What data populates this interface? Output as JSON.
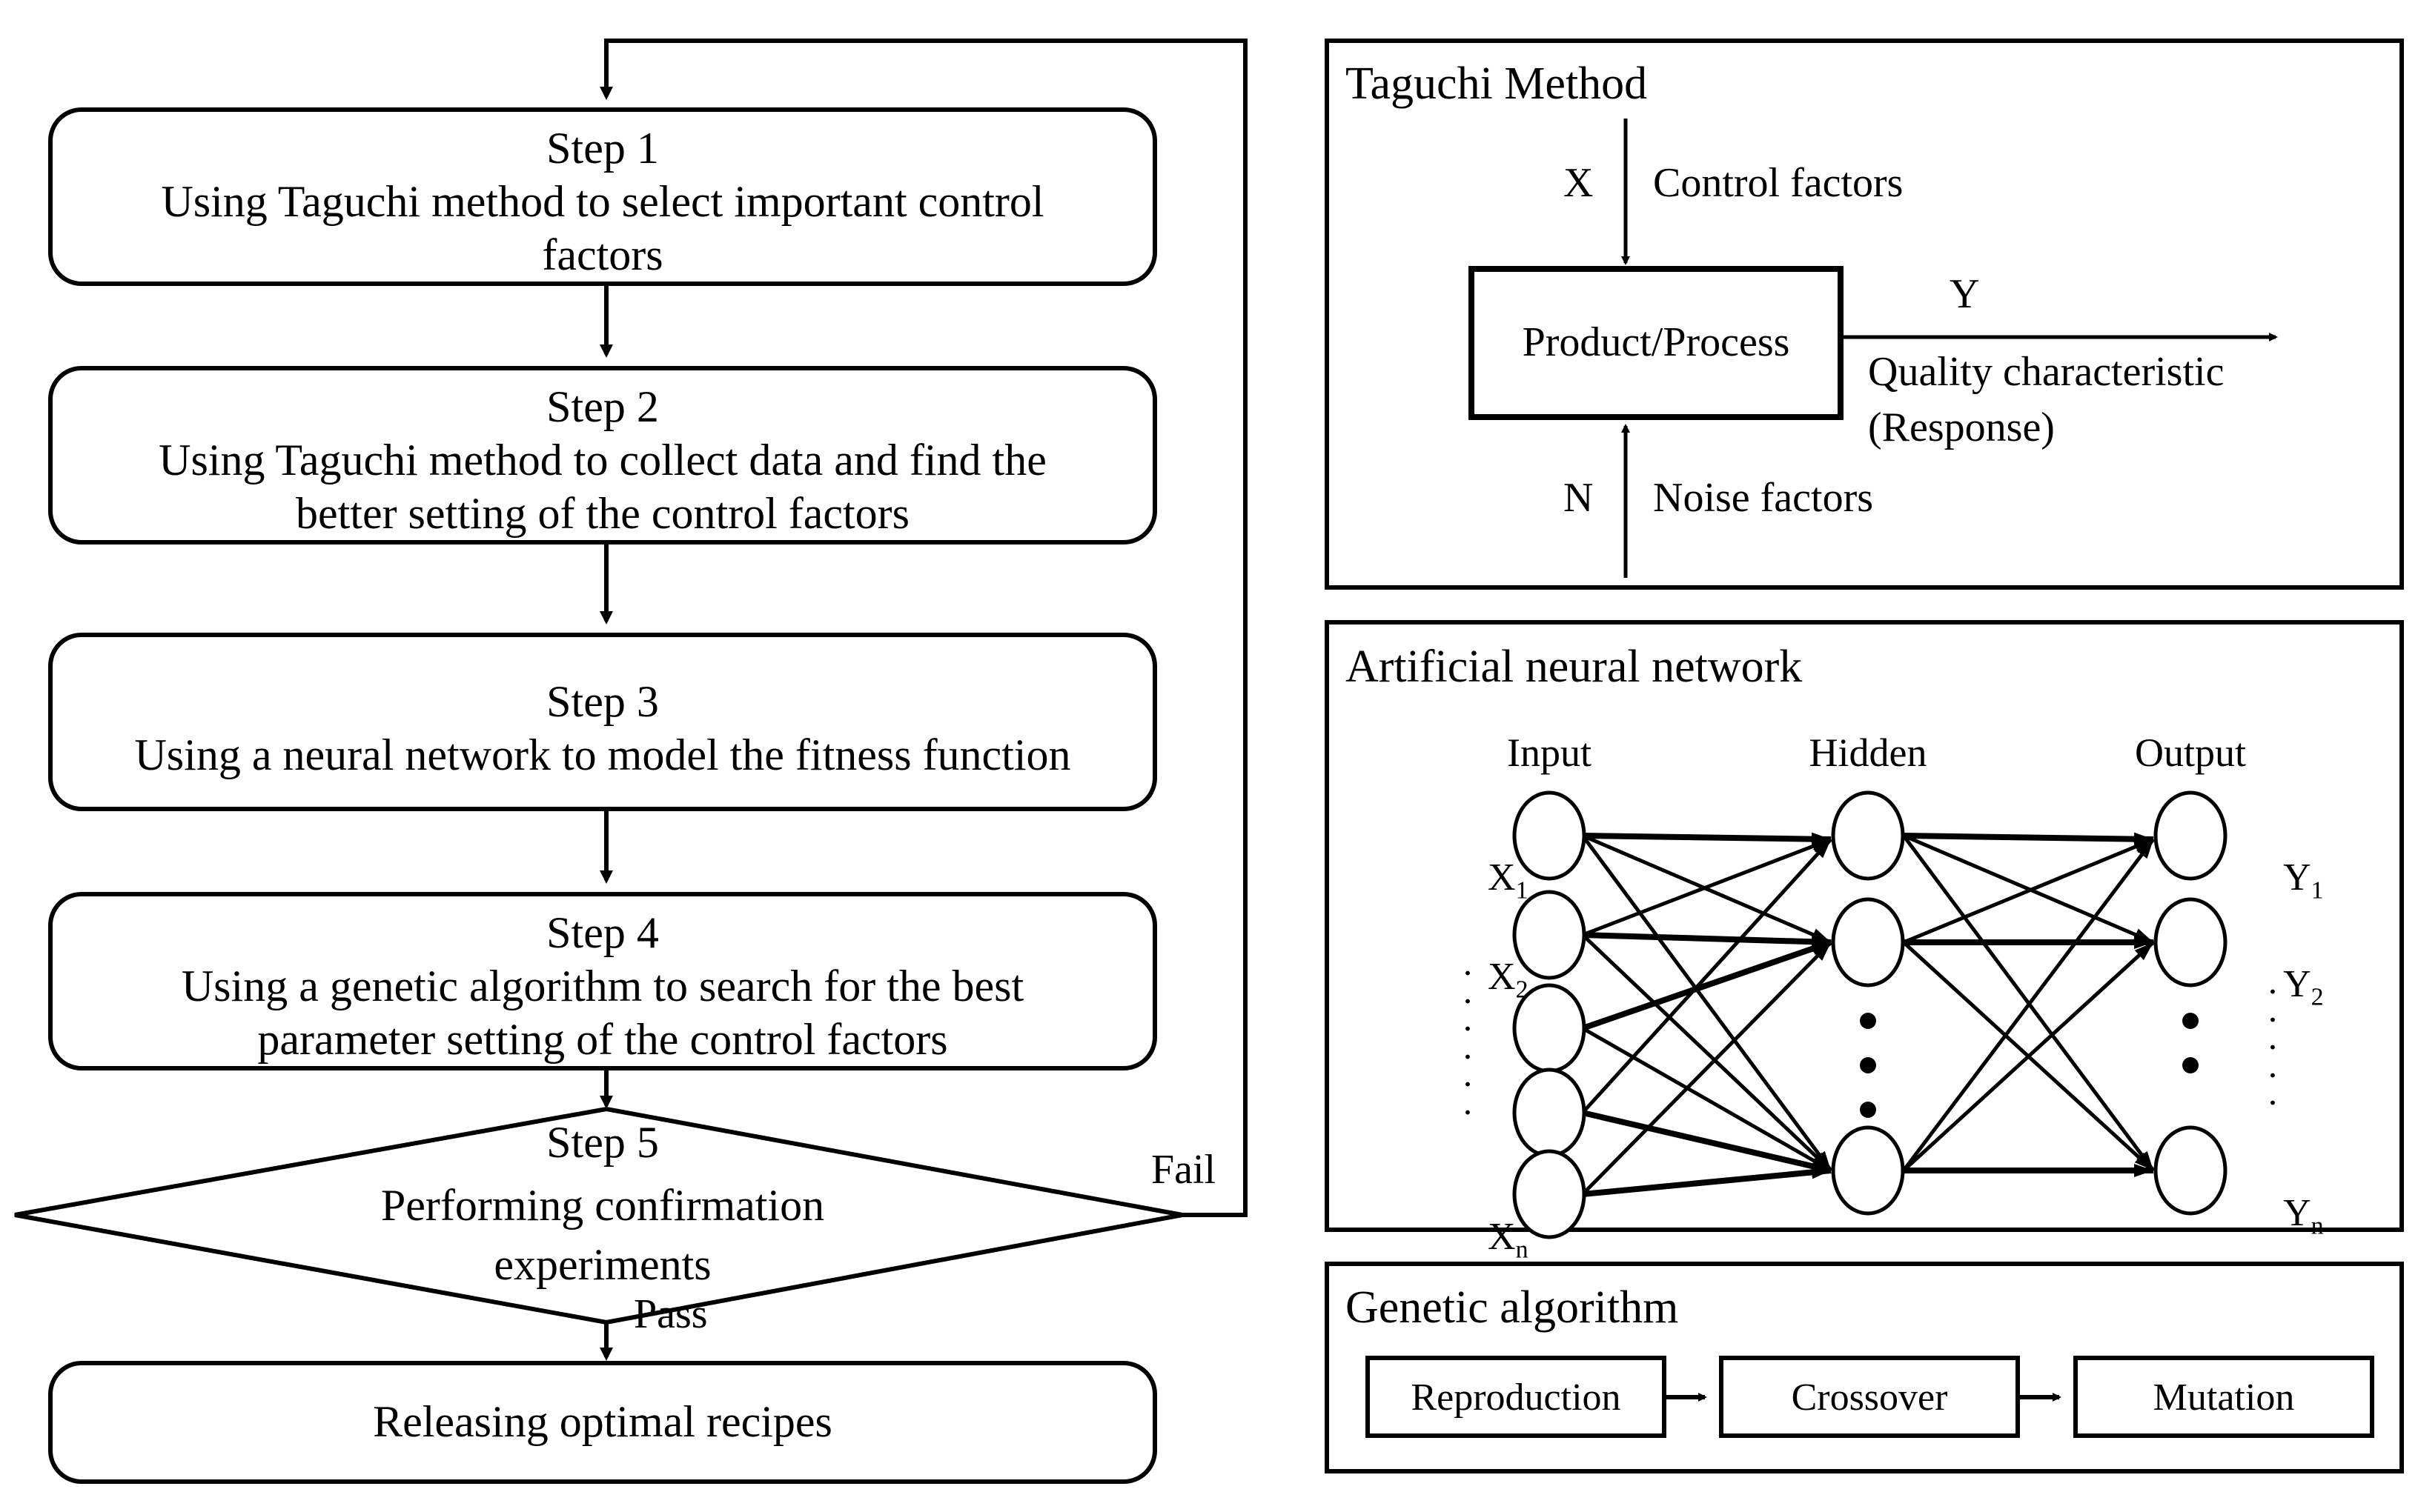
{
  "flowchart": {
    "steps": [
      {
        "id": "step1",
        "title": "Step 1",
        "line1": "Using Taguchi method to select important control",
        "line2": "factors"
      },
      {
        "id": "step2",
        "title": "Step 2",
        "line1": "Using Taguchi method to collect data and find the",
        "line2": "better setting of the control factors"
      },
      {
        "id": "step3",
        "title": "Step 3",
        "line1": "Using a neural network to model the fitness function",
        "line2": ""
      },
      {
        "id": "step4",
        "title": "Step 4",
        "line1": "Using a genetic algorithm to search for the best",
        "line2": "parameter setting of the control factors"
      }
    ],
    "decision": {
      "title": "Step 5",
      "line1": "Performing confirmation",
      "line2": "experiments"
    },
    "branch_fail": "Fail",
    "branch_pass": "Pass",
    "terminal": "Releasing optimal recipes"
  },
  "taguchi": {
    "title": "Taguchi Method",
    "process_box": "Product/Process",
    "input_symbol": "X",
    "input_label": "Control factors",
    "output_symbol": "Y",
    "output_label_line1": "Quality characteristic",
    "output_label_line2": "(Response)",
    "noise_symbol": "N",
    "noise_label": "Noise factors"
  },
  "ann": {
    "title": "Artificial neural network",
    "layers": [
      "Input",
      "Hidden",
      "Output"
    ],
    "input_nodes": [
      "X",
      "X",
      "",
      "",
      "X"
    ],
    "input_labels": [
      {
        "base": "X",
        "sub": "1"
      },
      {
        "base": "X",
        "sub": "2"
      },
      {
        "base": "X",
        "sub": "n"
      }
    ],
    "output_labels": [
      {
        "base": "Y",
        "sub": "1"
      },
      {
        "base": "Y",
        "sub": "2"
      },
      {
        "base": "Y",
        "sub": "n"
      }
    ],
    "input_node_count": 5,
    "hidden_node_count": 3,
    "output_node_count": 3,
    "vertical_dots": "·"
  },
  "ga": {
    "title": "Genetic algorithm",
    "stages": [
      "Reproduction",
      "Crossover",
      "Mutation"
    ]
  },
  "colors": {
    "stroke": "#000000",
    "background": "#ffffff"
  }
}
